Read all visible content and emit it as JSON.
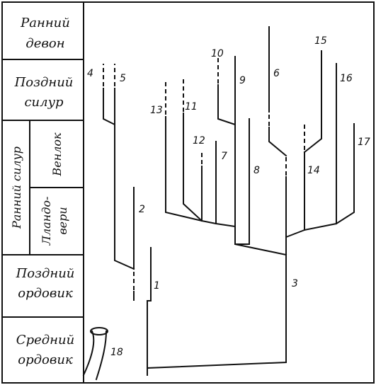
{
  "stratigraphy": {
    "early_devonian": [
      "Ранний",
      "девон"
    ],
    "late_silurian": [
      "Поздний",
      "силур"
    ],
    "early_silurian": "Ранний силур",
    "wenlock": "Венлок",
    "llandovery": [
      "Лландо-",
      "вери"
    ],
    "late_ordovician": [
      "Поздний",
      "ордовик"
    ],
    "middle_ordovician": [
      "Средний",
      "ордовик"
    ]
  },
  "branch_labels": {
    "b1": "1",
    "b2": "2",
    "b3": "3",
    "b4": "4",
    "b5": "5",
    "b6": "6",
    "b7": "7",
    "b8": "8",
    "b9": "9",
    "b10": "10",
    "b11": "11",
    "b12": "12",
    "b13": "13",
    "b14": "14",
    "b15": "15",
    "b16": "16",
    "b17": "17",
    "b18": "18"
  }
}
